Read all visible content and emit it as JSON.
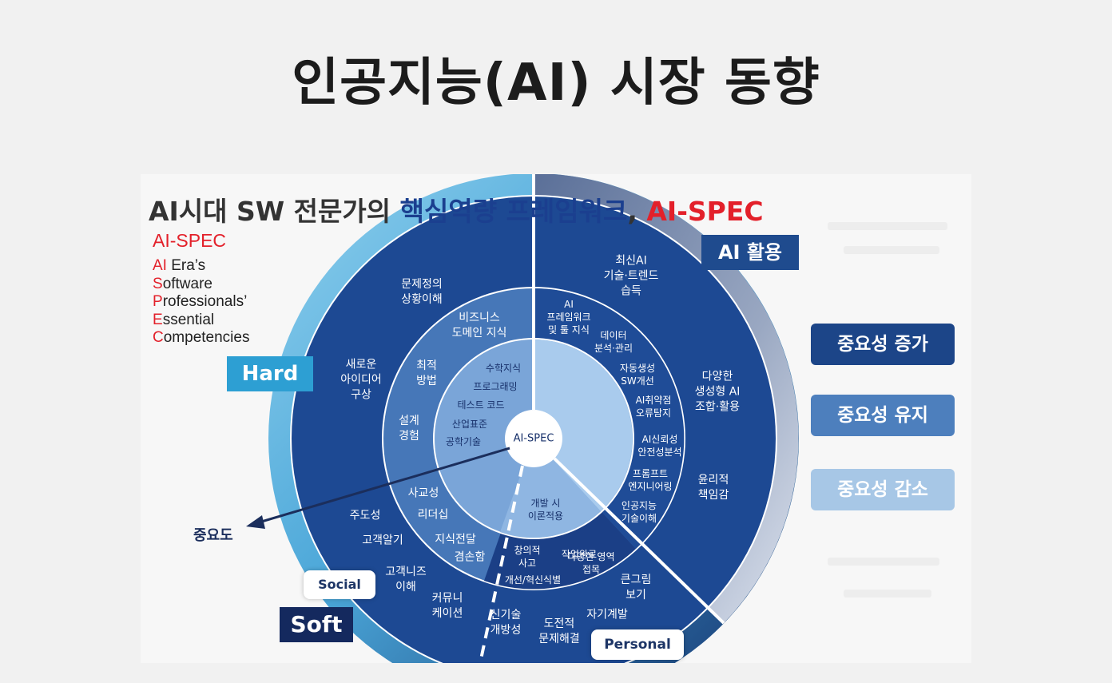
{
  "page_title": "인공지능(AI) 시장 동향",
  "figure": {
    "title": {
      "part1": "AI시대 SW 전문가의 ",
      "part2": "핵심역량 프레임워크",
      "part3": ", ",
      "part4": "AI-SPEC"
    },
    "acronym": {
      "title": "AI-SPEC",
      "lines": [
        {
          "initial": "AI",
          "rest": " Era’s"
        },
        {
          "initial": "S",
          "rest": "oftware"
        },
        {
          "initial": "P",
          "rest": "rofessionals’"
        },
        {
          "initial": "E",
          "rest": "ssential"
        },
        {
          "initial": "C",
          "rest": "ompetencies"
        }
      ]
    },
    "tags": {
      "hard": "Hard",
      "ai_use": "AI 활용",
      "soft": "Soft",
      "social": "Social",
      "personal": "Personal"
    },
    "legend": [
      "중요성 증가",
      "중요성 유지",
      "중요성 감소"
    ],
    "importance_label": "중요도",
    "center": "AI-SPEC",
    "colors": {
      "increase": "#1c4588",
      "maintain": "#4d7fbd",
      "decrease": "#a7c7e6",
      "accent_red": "#e3202a",
      "hard_blue": "#2d9fd3"
    },
    "labels": {
      "problem_def": "문제정의\n상황이해",
      "new_idea": "새로운\n아이디어\n구상",
      "latest_ai": "최신AI\n기술·트렌드\n습득",
      "diverse_gen": "다양한\n생성형 AI\n조합·활용",
      "ethics": "윤리적\n책임감",
      "business": "비즈니스\n도메인 지식",
      "ai_framework": "AI\n프레임워크\n및 툴 지식",
      "data_mgmt": "데이터\n분석·관리",
      "automation": "자동생성\nSW개선",
      "vuln": "AI취약점\n오류탐지",
      "reliability": "AI신뢰성\n안전성분석",
      "prompt": "프롬프트\n엔지니어링",
      "ai_understand": "인공지능\n기술이해",
      "optimal": "최적\n방법",
      "design_exp": "설계\n경험",
      "math": "수학지식",
      "programming": "프로그래밍",
      "test_code": "테스트 코드",
      "industry_std": "산업표준",
      "eng_tech": "공학기술",
      "dev_apply": "개발 시\n이론적용",
      "sociability": "사교성",
      "leadership": "리더십",
      "initiative": "주도성",
      "knowledge_share": "지식전달",
      "customer_feel": "고객알기",
      "humility": "겸손함",
      "customer_needs": "고객니즈\n이해",
      "communication": "커뮤니\n케이션",
      "task_done": "작업완료",
      "creative": "창의적\n사고",
      "diverse_area": "다양한 영역\n접목",
      "improve": "개선/혁신식별",
      "big_picture": "큰그림\n보기",
      "self_plan": "자기계발",
      "new_tech": "신기술\n개방성",
      "challenge": "도전적\n문제해결"
    }
  }
}
